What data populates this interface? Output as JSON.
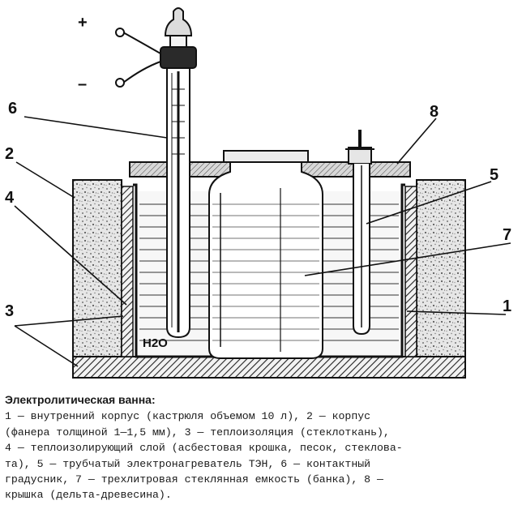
{
  "polarity": {
    "plus": "+",
    "minus": "–"
  },
  "callouts": {
    "c1": "1",
    "c2": "2",
    "c3": "3",
    "c4": "4",
    "c5": "5",
    "c6": "6",
    "c7": "7",
    "c8": "8"
  },
  "water_label": "H2O",
  "caption": {
    "title": "Электролитическая ванна:",
    "lines": [
      "1 — внутренний корпус (кастрюля объемом 10 л), 2 — корпус",
      "(фанера толщиной 1—1,5 мм), 3 — теплоизоляция (стеклоткань),",
      "4 — теплоизолирующий слой (асбестовая крошка, песок, стеклова-",
      "та), 5 — трубчатый электронагреватель ТЭН, 6 — контактный",
      "градусник, 7 — трехлитровая стеклянная емкость (банка), 8 —",
      "крышка (дельта-древесина)."
    ]
  }
}
